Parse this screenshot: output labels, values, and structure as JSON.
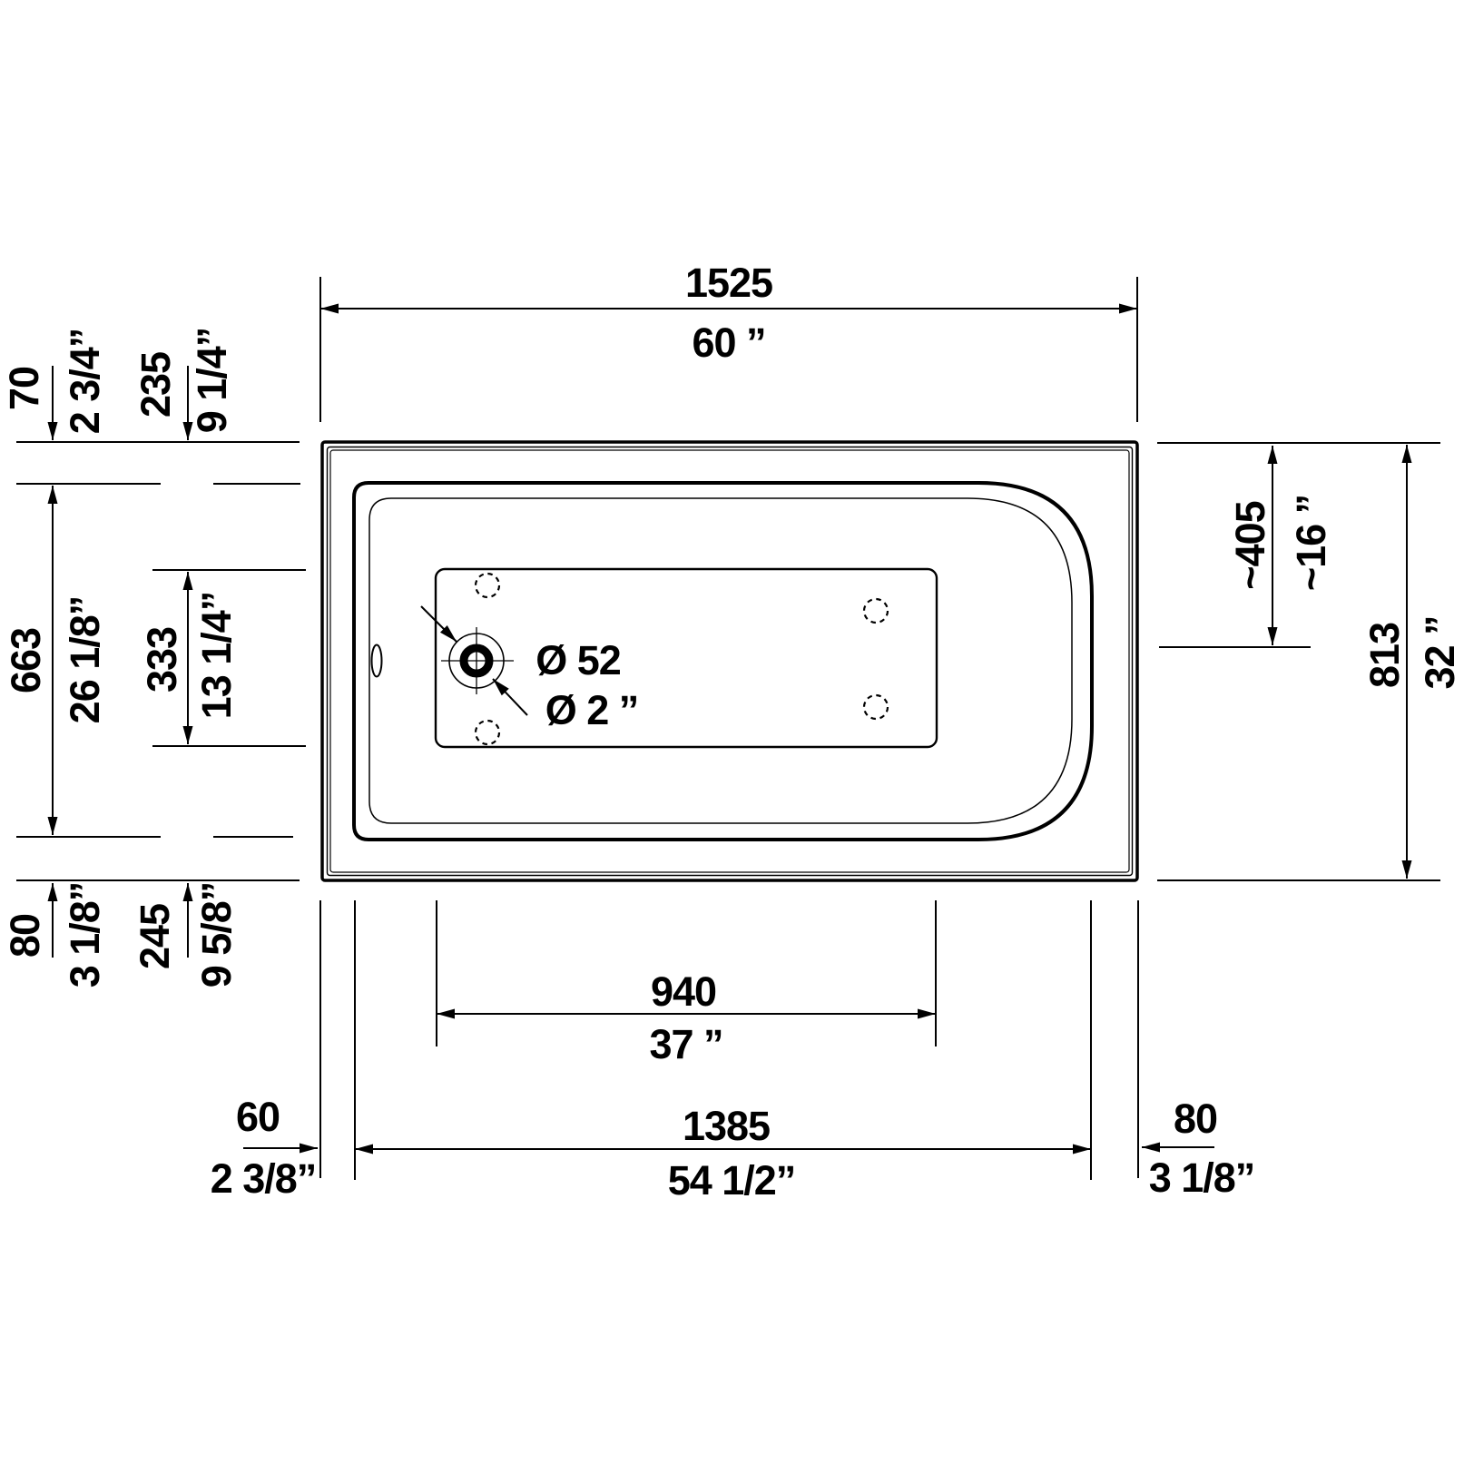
{
  "drawing": {
    "title": "Bathtub top-view installation drawing",
    "units": [
      "mm",
      "inch"
    ],
    "dims": {
      "width": {
        "mm": "1525",
        "in": "60 ”"
      },
      "rim_top_left": {
        "mm": "70",
        "in": "2 3/4”"
      },
      "front_to_floor": {
        "mm": "235",
        "in": "9 1/4”"
      },
      "inner_width": {
        "mm": "663",
        "in": "26 1/8”"
      },
      "floor_width": {
        "mm": "333",
        "in": "13 1/4”"
      },
      "rim_bottom_left": {
        "mm": "80",
        "in": "3 1/8”"
      },
      "back_to_floor": {
        "mm": "245",
        "in": "9 5/8”"
      },
      "backrest_depth": {
        "mm": "~405",
        "in": "~16 ”"
      },
      "depth": {
        "mm": "813",
        "in": "32 ”"
      },
      "floor_length": {
        "mm": "940",
        "in": "37 ”"
      },
      "inner_length": {
        "mm": "1385",
        "in": "54 1/2”"
      },
      "rim_end_left": {
        "mm": "60",
        "in": "2 3/8”"
      },
      "rim_end_right": {
        "mm": "80",
        "in": "3 1/8”"
      },
      "drain": {
        "mm": "Ø 52",
        "in": "Ø 2 ”"
      }
    },
    "colors": {
      "ink": "#000000",
      "background": "#ffffff"
    }
  }
}
